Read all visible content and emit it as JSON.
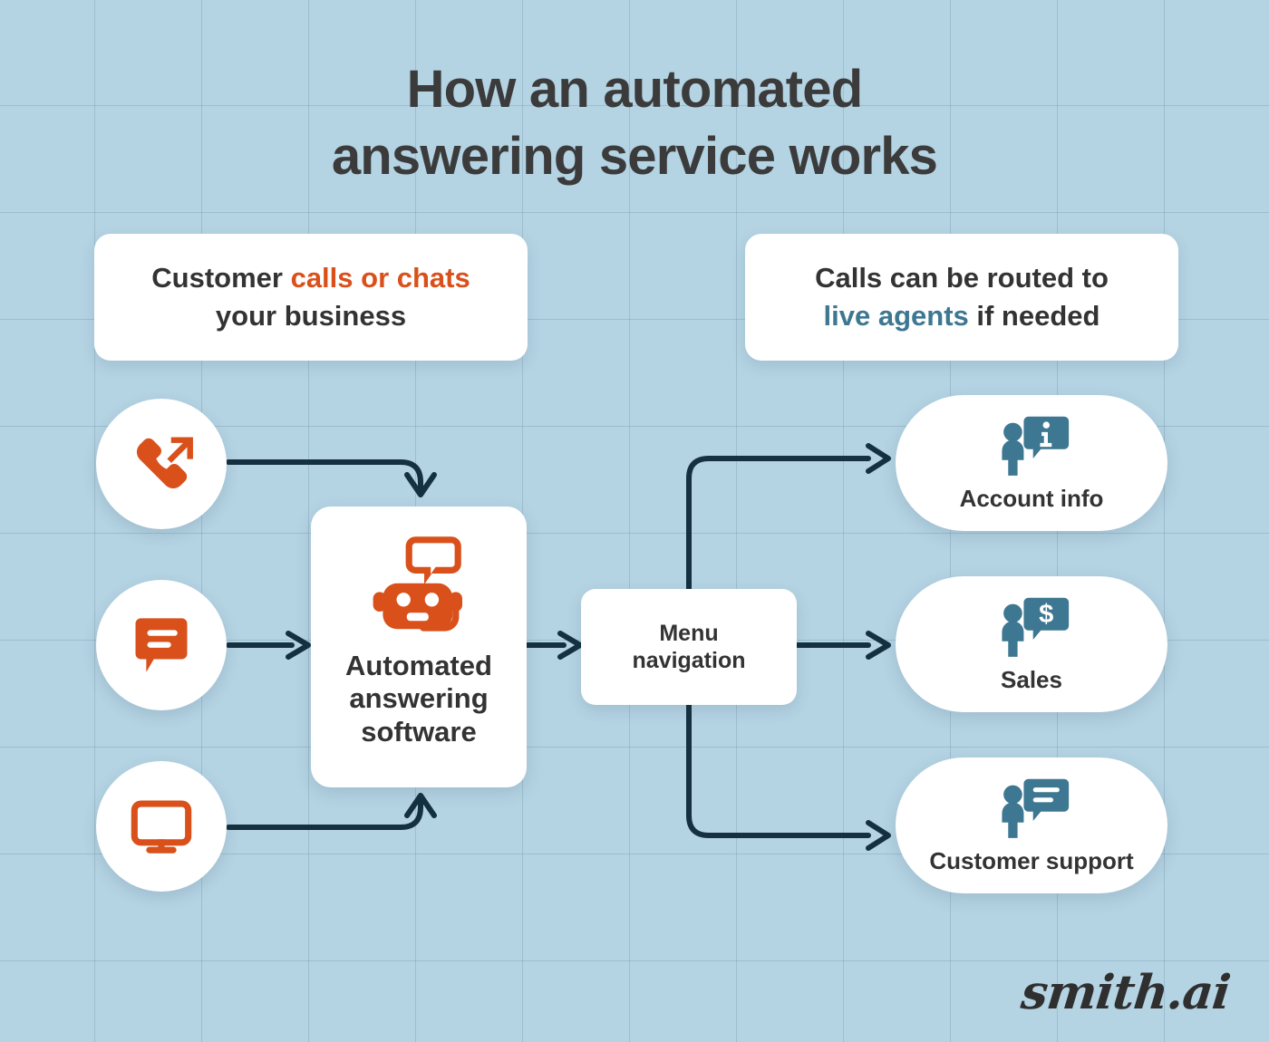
{
  "page": {
    "title_line1": "How an automated",
    "title_line2": "answering service works",
    "title_full": "How an automated\nanswering service works",
    "background_color": "#b4d3e3",
    "brand": "smith.ai"
  },
  "colors": {
    "background": "#b4d3e3",
    "grid_line": "#7fa7bb",
    "card": "#ffffff",
    "text": "#333333",
    "accent_orange": "#d9501b",
    "accent_teal": "#3d7791",
    "connector": "#15303f"
  },
  "callouts": {
    "left": {
      "segments": [
        {
          "text": "Customer ",
          "style": "normal"
        },
        {
          "text": "calls or chats",
          "style": "orange"
        },
        {
          "text": "\nyour business",
          "style": "normal"
        }
      ],
      "plain": "Customer calls or chats your business"
    },
    "right": {
      "segments": [
        {
          "text": "Calls can be routed to\n",
          "style": "normal"
        },
        {
          "text": "live agents",
          "style": "teal"
        },
        {
          "text": " if needed",
          "style": "normal"
        }
      ],
      "plain": "Calls can be routed to live agents if needed"
    }
  },
  "sources": [
    {
      "id": "phone",
      "icon": "outgoing-call-icon",
      "label": ""
    },
    {
      "id": "chat",
      "icon": "chat-bubble-icon",
      "label": ""
    },
    {
      "id": "desktop",
      "icon": "monitor-icon",
      "label": ""
    }
  ],
  "software": {
    "icon": "chatbot-icon",
    "label": "Automated\nanswering\nsoftware"
  },
  "menu": {
    "label": "Menu\nnavigation"
  },
  "destinations": [
    {
      "id": "account-info",
      "icon": "person-info-bubble-icon",
      "label": "Account info"
    },
    {
      "id": "sales",
      "icon": "person-dollar-bubble-icon",
      "label": "Sales"
    },
    {
      "id": "customer-support",
      "icon": "person-chat-bubble-icon",
      "label": "Customer support"
    }
  ],
  "flow": {
    "edges": [
      {
        "from": "phone",
        "to": "software",
        "style": "elbow-down-arrow"
      },
      {
        "from": "chat",
        "to": "software",
        "style": "straight-arrow"
      },
      {
        "from": "desktop",
        "to": "software",
        "style": "elbow-up-arrow"
      },
      {
        "from": "software",
        "to": "menu",
        "style": "straight-arrow"
      },
      {
        "from": "menu",
        "to": "account-info",
        "style": "elbow-up-right-arrow"
      },
      {
        "from": "menu",
        "to": "sales",
        "style": "straight-arrow"
      },
      {
        "from": "menu",
        "to": "customer-support",
        "style": "elbow-down-right-arrow"
      }
    ]
  }
}
